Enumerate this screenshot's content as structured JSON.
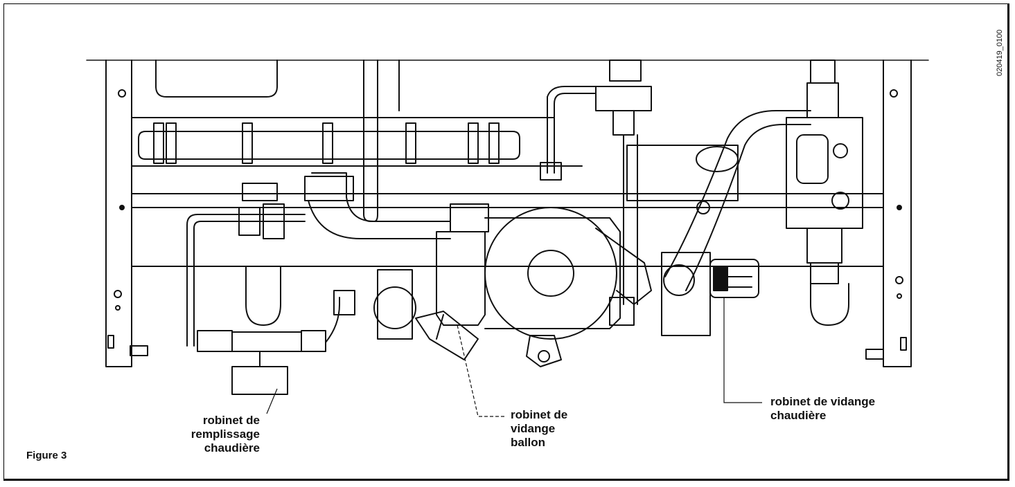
{
  "figure": {
    "caption": "Figure 3",
    "reference_code": "020419_0100"
  },
  "labels": {
    "fill_valve": "robinet de\nremplissage\nchaudière",
    "tank_drain_valve": "robinet de\nvidange\nballon",
    "boiler_drain_valve": "robinet de vidange\nchaudière"
  }
}
